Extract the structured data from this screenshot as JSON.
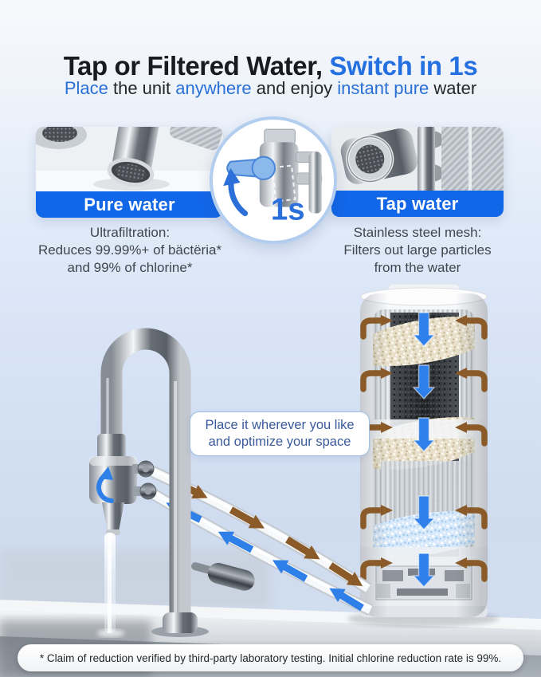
{
  "header": {
    "title": [
      {
        "text": "Tap or Filtered Water, ",
        "accent": false
      },
      {
        "text": "Switch in 1s",
        "accent": true
      }
    ],
    "subtitle": [
      {
        "text": "Place ",
        "accent": true
      },
      {
        "text": "the unit ",
        "accent": false
      },
      {
        "text": "anywhere ",
        "accent": true
      },
      {
        "text": "and enjoy ",
        "accent": false
      },
      {
        "text": "instant pure ",
        "accent": true
      },
      {
        "text": "water",
        "accent": false
      }
    ]
  },
  "features": {
    "pure": {
      "label": "Pure water",
      "desc": [
        "Ultrafiltration:",
        "Reduces 99.99%+ of bäctëria*",
        "and 99% of chlorine*"
      ]
    },
    "tap": {
      "label": "Tap water",
      "desc": [
        "Stainless steel mesh:",
        "Filters out large particles",
        "from the water"
      ]
    },
    "switch_time": "1s"
  },
  "bubble": {
    "lines": [
      "Place it wherever you like",
      "and optimize your space"
    ]
  },
  "footnote": "* Claim of reduction verified by third-party laboratory testing. Initial chlorine reduction rate is 99%.",
  "colors": {
    "accent_blue": "#2470e0",
    "label_bar_blue": "#1266e8",
    "flow_in_brown": "#8a5a28",
    "flow_out_blue": "#2e7fe8",
    "badge_ring": "#b3cdef"
  }
}
